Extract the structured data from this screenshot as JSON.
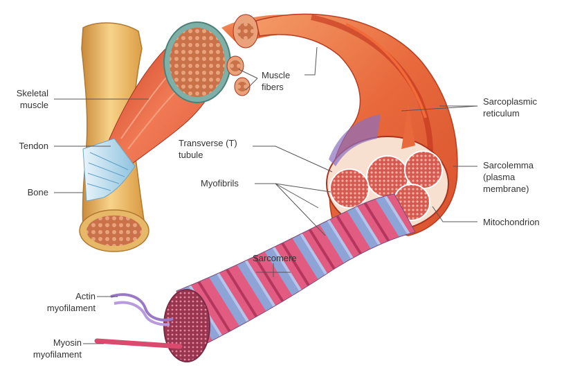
{
  "labels": {
    "skeletal_muscle": [
      "Skeletal",
      "muscle"
    ],
    "tendon": "Tendon",
    "bone": "Bone",
    "muscle_fibers": [
      "Muscle",
      "fibers"
    ],
    "transverse_tubule": [
      "Transverse (T)",
      "tubule"
    ],
    "myofibrils": "Myofibrils",
    "sarcoplasmic_reticulum": [
      "Sarcoplasmic",
      "reticulum"
    ],
    "sarcolemma": [
      "Sarcolemma",
      "(plasma",
      "membrane)"
    ],
    "mitochondrion": "Mitochondrion",
    "sarcomere": "Sarcomere",
    "actin_myofilament": [
      "Actin",
      "myofilament"
    ],
    "myosin_myofilament": [
      "Myosin",
      "myofilament"
    ]
  },
  "colors": {
    "bone": "#f0c070",
    "muscle": "#e25a3a",
    "tendon": "#bfe0f0",
    "fascicle_sheath": "#7fb0a8",
    "myofibril_stripe_red": "#d94a6e",
    "myofibril_stripe_blue": "#8ea3d6",
    "leader_line": "#555555"
  }
}
